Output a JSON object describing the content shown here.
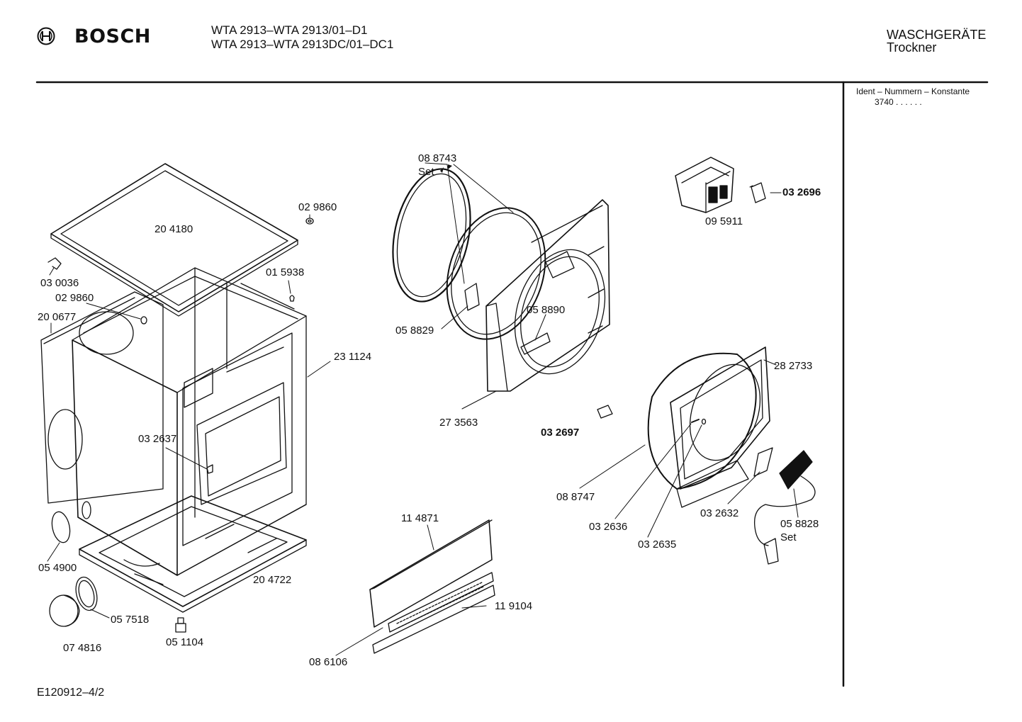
{
  "header": {
    "brand": "BOSCH",
    "model_line_1": "WTA 2913–WTA 2913/01–D1",
    "model_line_2": "WTA 2913–WTA 2913DC/01–DC1",
    "category": "WASCHGERÄTE",
    "subcategory": "Trockner"
  },
  "side_panel": {
    "ident_label": "Ident – Nummern – Konstante",
    "ident_value": "3740  .  .   .  .  .  ."
  },
  "footer": {
    "drawing_id": "E120912–4/2"
  },
  "parts": {
    "top_cover": "20 4180",
    "screw_top": "02 9860",
    "clip_left": "03 0036",
    "cap_01": "01 5938",
    "screw_side": "02 9860",
    "rear_panel": "20 0677",
    "cabinet": "23 1124",
    "hinge_clip": "03 2637",
    "filter_oval": "05 4900",
    "base": "20 4722",
    "nozzle_ring": "05 7518",
    "nozzle": "07 4816",
    "foot": "05 1104",
    "belt_set": "08 8743",
    "belt_set_note": "Set",
    "bracket_small": "05 8829",
    "bearing": "05 8890",
    "front_bearing_shield": "27 3563",
    "switch_block": "09 5911",
    "connector_a": "03 2696",
    "connector_b": "03 2697",
    "door_frame": "28 2733",
    "door_seal": "08 8747",
    "screw_a": "03 2636",
    "screw_b": "03 2635",
    "filter_cover": "03 2632",
    "door_lock_set": "05 8828",
    "door_lock_note": "Set",
    "control_panel": "11 4871",
    "panel_strip": "11 9104",
    "panel_trim": "08 6106"
  }
}
